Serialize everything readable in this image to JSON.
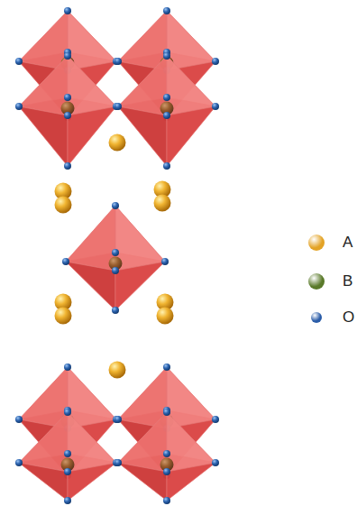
{
  "diagram": {
    "legend": [
      {
        "text": "A",
        "color": "#e3a326"
      },
      {
        "text": "B",
        "color": "#5a7a2a"
      },
      {
        "text": "O",
        "color": "#2a5ca8"
      }
    ]
  }
}
